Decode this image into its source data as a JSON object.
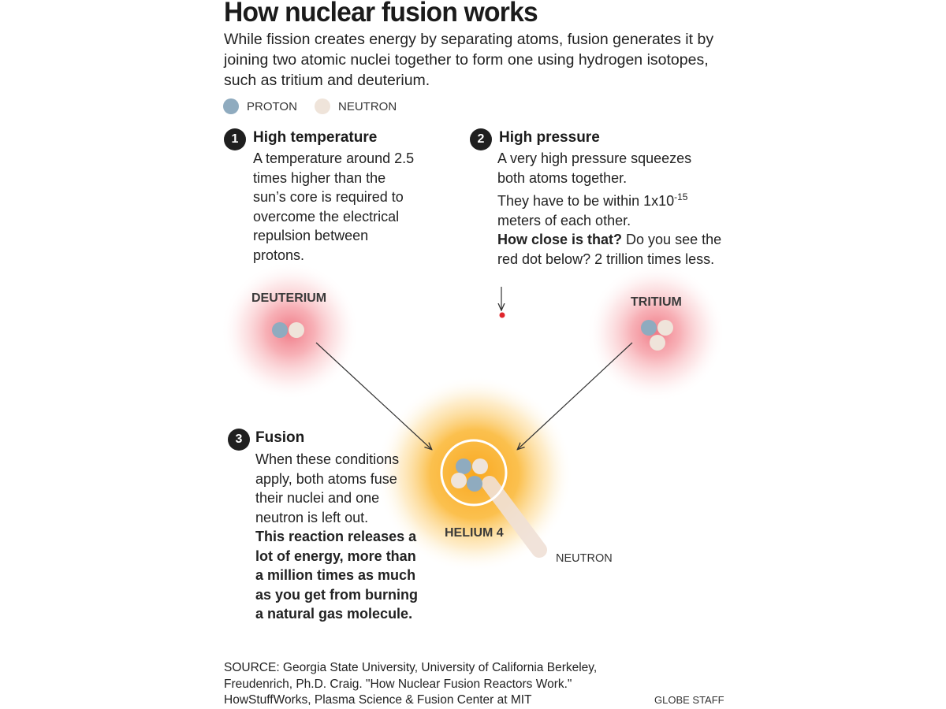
{
  "title": "How nuclear fusion works",
  "intro": "While fission creates energy by separating atoms, fusion generates it by joining two atomic nuclei together to form one using hydrogen isotopes, such as tritium and deuterium.",
  "legend": {
    "proton": {
      "label": "PROTON",
      "color": "#8fabbf"
    },
    "neutron": {
      "label": "NEUTRON",
      "color": "#efe4da"
    }
  },
  "steps": [
    {
      "number": "1",
      "heading": "High temperature",
      "text": "A temperature around 2.5 times higher than the sun’s core is required to overcome the electrical repulsion between protons."
    },
    {
      "number": "2",
      "heading": "High pressure",
      "text_a": "A very high pressure squeezes both atoms together.",
      "text_b": "They have to be within 1x10",
      "exponent": "-15",
      "text_c": "meters of each other.",
      "question": "How close is that?",
      "text_d": " Do you see the red dot below? 2 trillion times less."
    },
    {
      "number": "3",
      "heading": "Fusion",
      "text": "When these conditions apply, both atoms fuse their nuclei and one neutron is left out.",
      "bold_text": "This reaction releases a lot of energy, more than a million times as much as you get from burning a natural gas molecule."
    }
  ],
  "atoms": {
    "deuterium": "DEUTERIUM",
    "tritium": "TRITIUM",
    "helium": "HELIUM 4",
    "neutron": "NEUTRON"
  },
  "colors": {
    "red_glow": "#f2868f",
    "orange_glow": "#fbb534",
    "red_dot": "#e0252b"
  },
  "source": "SOURCE: Georgia State University, University of California Berkeley, Freudenrich, Ph.D. Craig. \"How Nuclear Fusion Reactors Work.\" HowStuffWorks, Plasma Science & Fusion Center at MIT",
  "credit": "GLOBE STAFF"
}
